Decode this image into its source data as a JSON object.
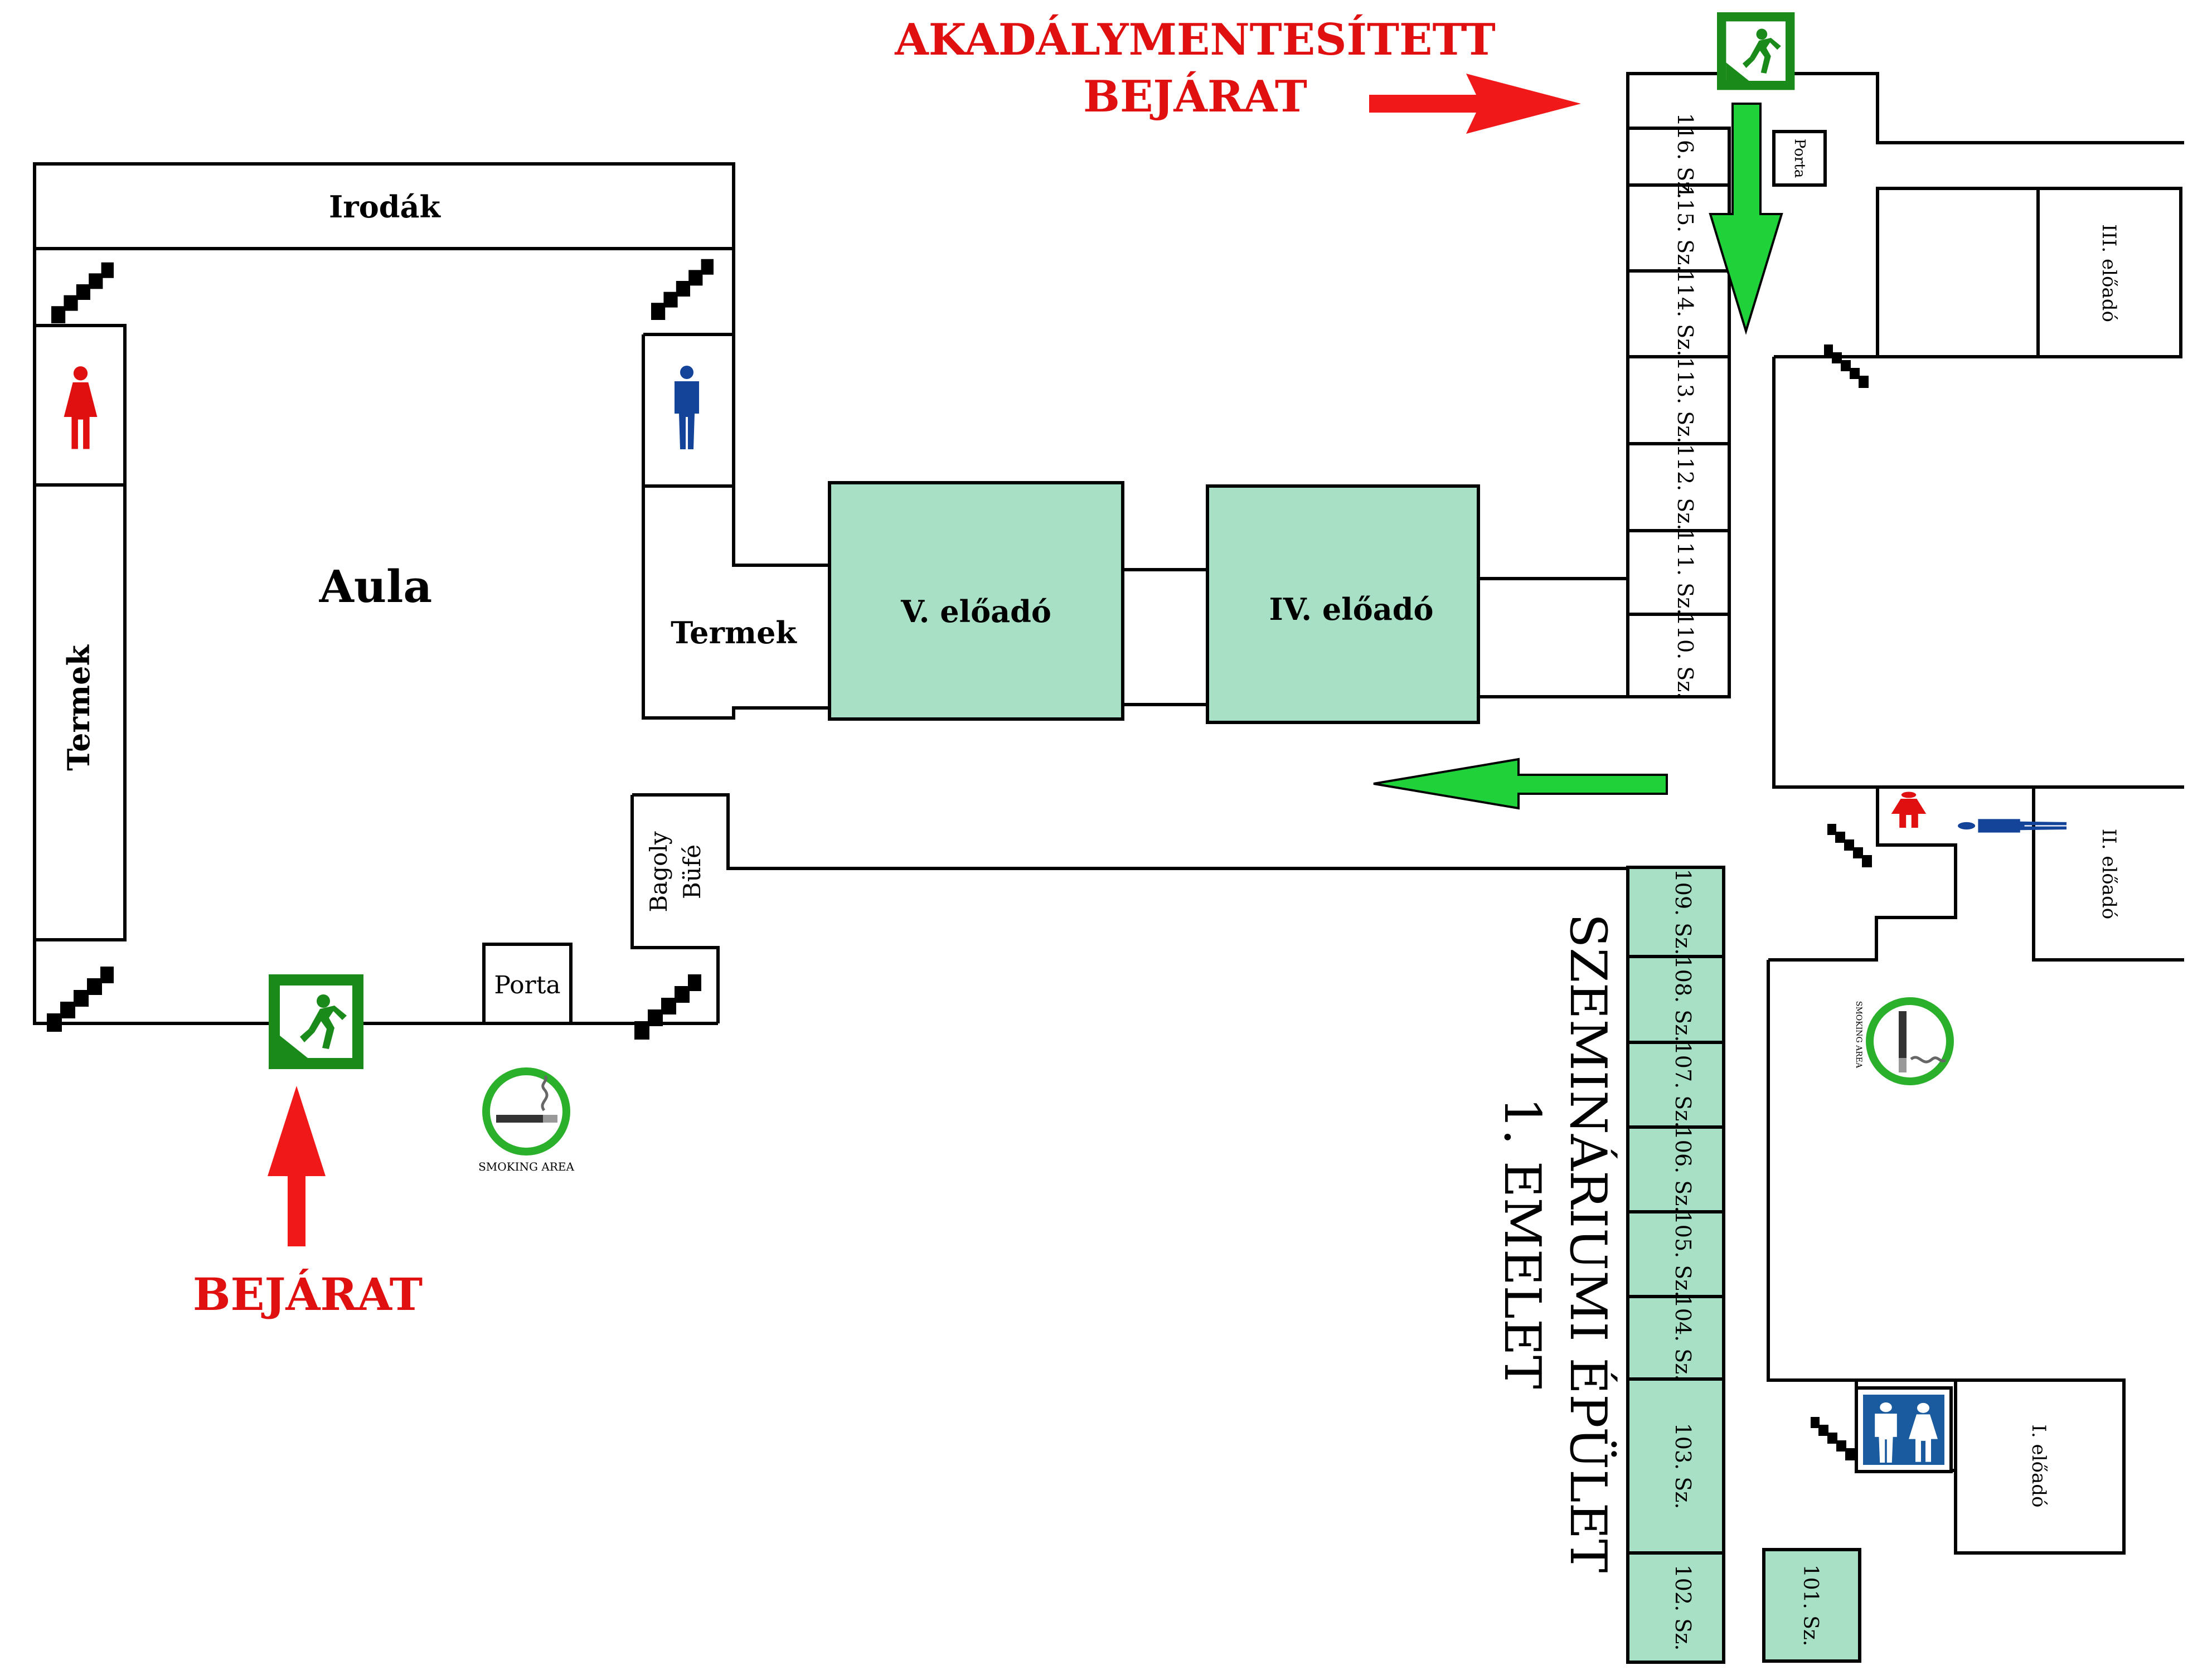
{
  "colors": {
    "wall": "#000000",
    "lecture_fill": "#a8e0c6",
    "arrow_red": "#f01818",
    "arrow_green": "#1fd23a",
    "exit_green": "#1a8a1a",
    "women_red": "#e01010",
    "men_blue": "#13449a",
    "wc_blue": "#1a5a9e",
    "smoking_green": "#2ab02a"
  },
  "entrances": {
    "accessible_line1": "AKADÁLYMENTESÍTETT",
    "accessible_line2": "BEJÁRAT",
    "main": "BEJÁRAT"
  },
  "left_building": {
    "offices": "Irodák",
    "hall": "Aula",
    "rooms_left": "Termek",
    "rooms_right": "Termek",
    "porter": "Porta",
    "cafe_line1": "Bagoly",
    "cafe_line2": "Büfé"
  },
  "lecture_halls": {
    "v": "V. előadó",
    "iv": "IV. előadó",
    "iii": "III. előadó",
    "ii": "II. előadó",
    "i": "I. előadó"
  },
  "seminar_building": {
    "title": "SZEMINÁRIUMI ÉPÜLET",
    "floor": "1. EMELET",
    "porter": "Porta",
    "rooms_north": [
      "116. Sz.",
      "115. Sz.",
      "114. Sz.",
      "113. Sz.",
      "112. Sz.",
      "111. Sz.",
      "110. Sz."
    ],
    "rooms_south": [
      "109. Sz.",
      "108. Sz.",
      "107. Sz.",
      "106. Sz.",
      "105. Sz.",
      "104. Sz.",
      "103. Sz.",
      "102. Sz."
    ],
    "room_101": "101. Sz."
  },
  "smoking_label": "SMOKING AREA",
  "icons": [
    "emergency-exit-icon",
    "stairs-icon",
    "women-restroom-icon",
    "men-restroom-icon",
    "restroom-icon",
    "smoking-area-icon",
    "arrow-icon"
  ]
}
